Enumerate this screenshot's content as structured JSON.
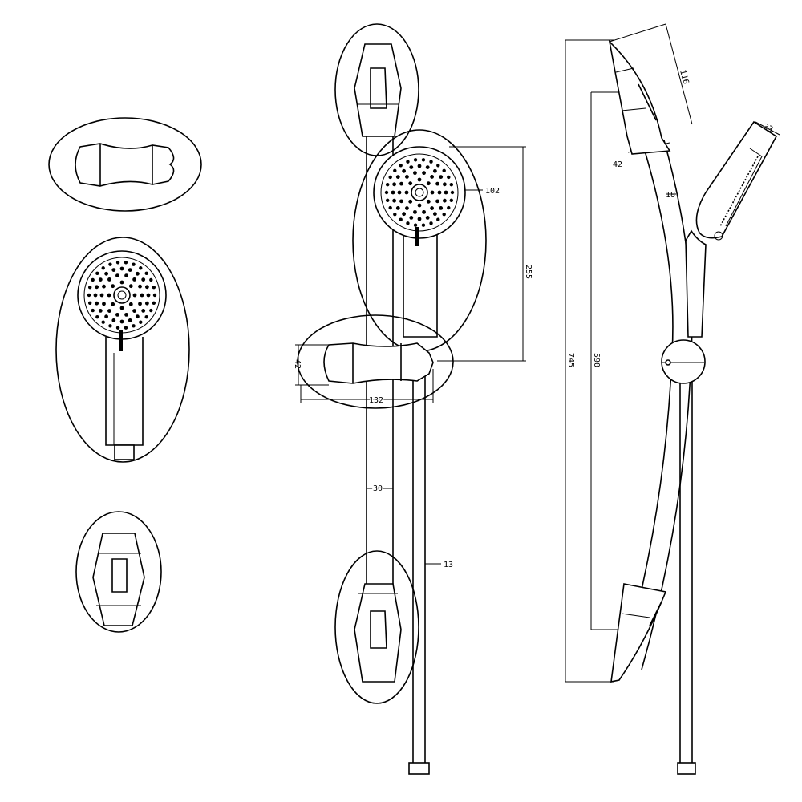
{
  "drawing": {
    "dimensions": {
      "head_diameter": "102",
      "head_height": "255",
      "slider_height": "42",
      "slider_width": "132",
      "rail_diameter": "30",
      "hose_diameter": "13",
      "overall_height": "745",
      "bracket_spacing": "590",
      "bracket_length": "116",
      "bracket_depth": "42",
      "rail_side": "18",
      "handset_width": "33"
    },
    "colors": {
      "line": "#000000",
      "background": "#ffffff"
    }
  }
}
